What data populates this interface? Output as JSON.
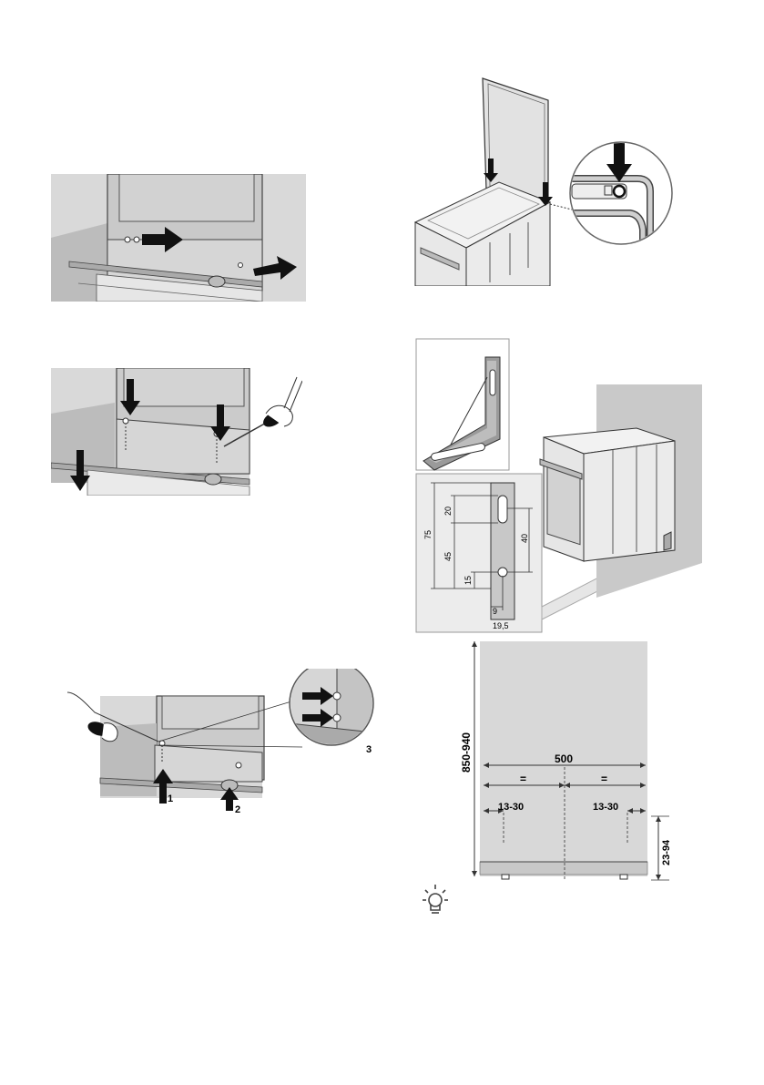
{
  "figure_stove_slide": {},
  "figure_screws_down": {},
  "figure_screw_up": {
    "callouts": [
      "1",
      "2",
      "3"
    ]
  },
  "figure_lid": {},
  "figure_bracket": {
    "dimensions": [
      "75",
      "20",
      "45",
      "15",
      "40",
      "9",
      "19,5"
    ]
  },
  "figure_niche": {
    "height": "850-940",
    "width": "500",
    "half_left": "=",
    "half_right": "=",
    "offset_left": "13-30",
    "offset_right": "13-30",
    "foot_height": "23-94"
  },
  "tip": {
    "icon": "lightbulb-icon"
  }
}
